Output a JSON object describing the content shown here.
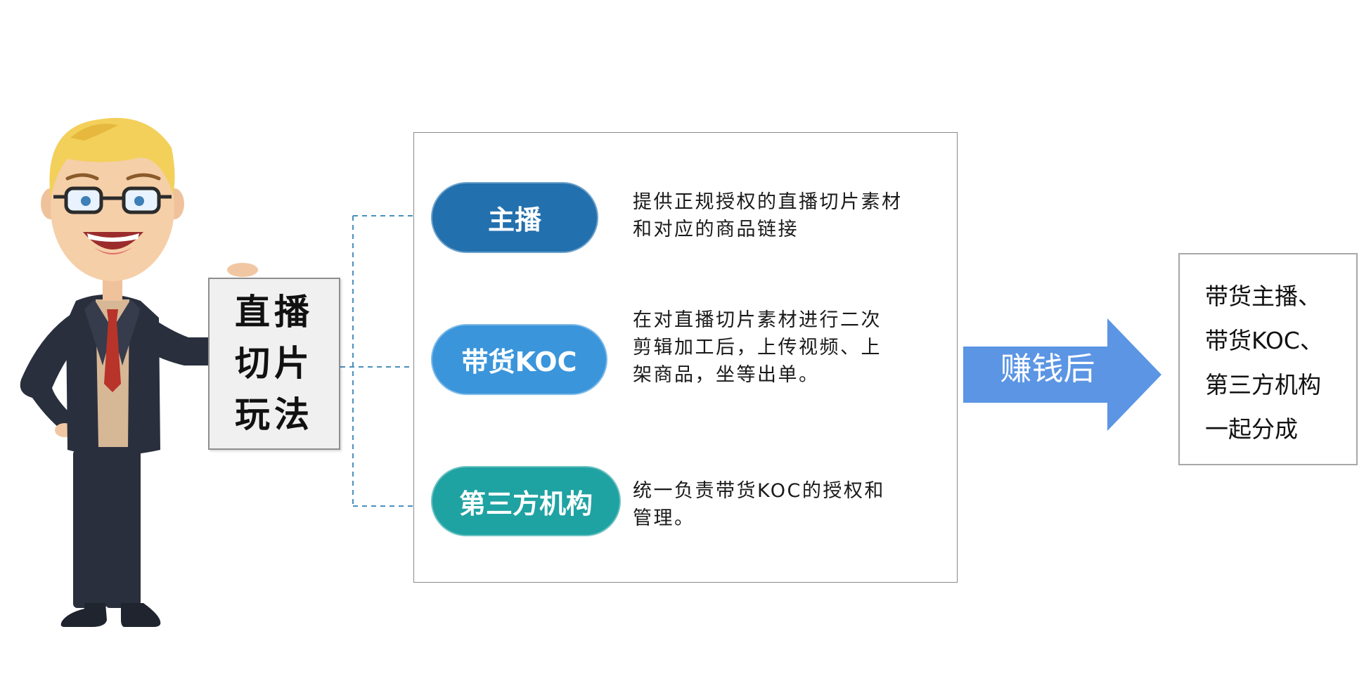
{
  "title": "直播切片玩法",
  "roles": [
    {
      "label": "主播",
      "color": "#2270ae",
      "description": [
        "提供正规授权的直播切片素材",
        "和对应的商品链接"
      ]
    },
    {
      "label": "带货KOC",
      "color": "#3a95db",
      "description": [
        "在对直播切片素材进行二次",
        "剪辑加工后，上传视频、上",
        "架商品，坐等出单。"
      ]
    },
    {
      "label": "第三方机构",
      "color": "#1fa2a2",
      "description": [
        "统一负责带货KOC的授权和",
        "管理。"
      ]
    }
  ],
  "arrow": {
    "label": "赚钱后",
    "color": "#5b95e4"
  },
  "result": {
    "lines": [
      "带货主播、",
      "带货KOC、",
      "第三方机构",
      "一起分成"
    ]
  }
}
